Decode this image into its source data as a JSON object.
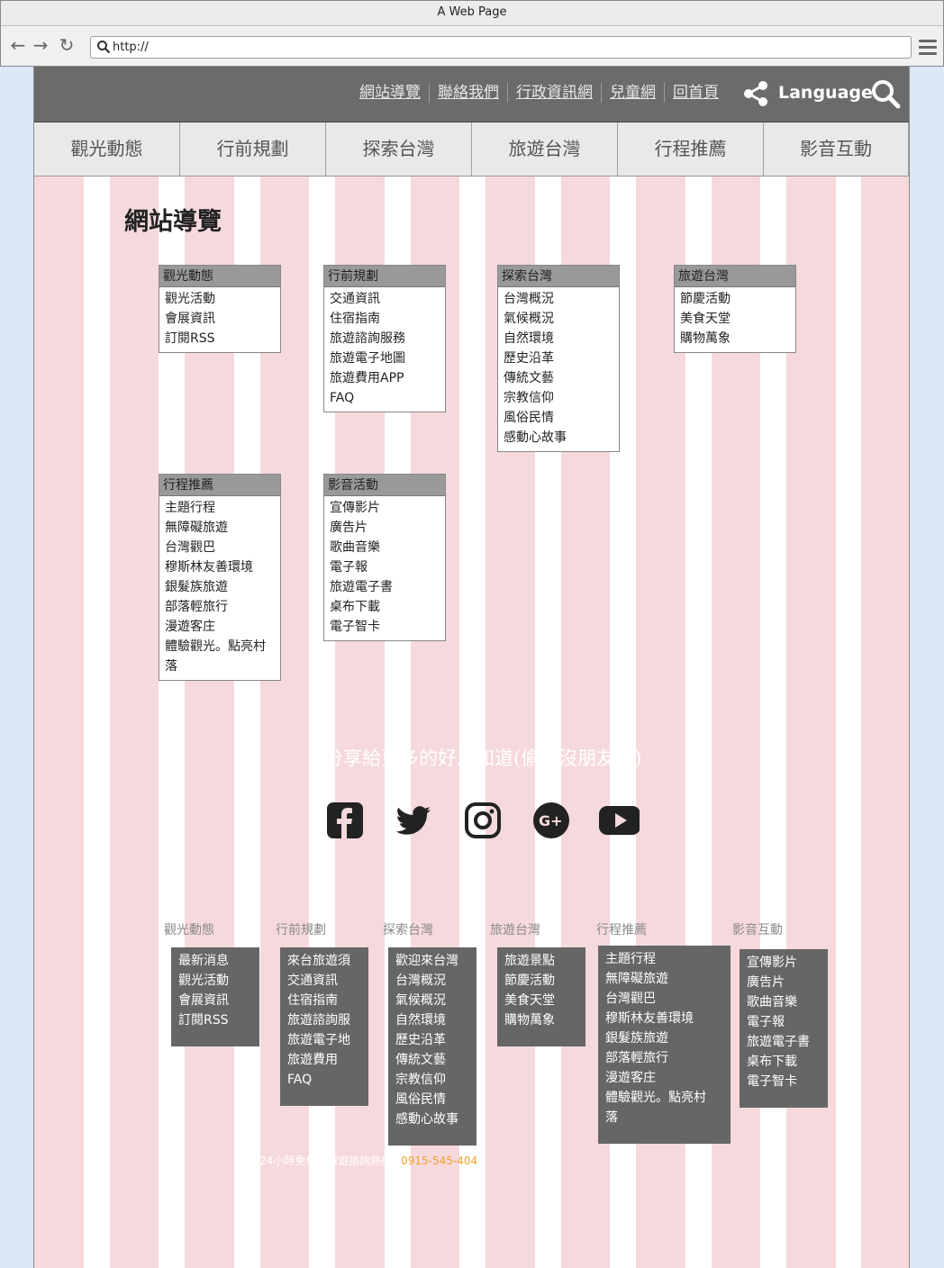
{
  "browser": {
    "title": "A Web Page",
    "url": "http://"
  },
  "header": {
    "util_links": [
      "網站導覽",
      "聯絡我們",
      "行政資訊網",
      "兒童網",
      "回首頁"
    ],
    "language_label": "Language"
  },
  "main_nav": [
    "觀光動態",
    "行前規劃",
    "探索台灣",
    "旅遊台灣",
    "行程推薦",
    "影音互動"
  ],
  "page_title": "網站導覽",
  "sitemap": [
    {
      "title": "觀光動態",
      "items": [
        "觀光活動",
        "會展資訊",
        "訂閱RSS"
      ]
    },
    {
      "title": "行前規劃",
      "items": [
        "交通資訊",
        "住宿指南",
        "旅遊諮詢服務",
        "旅遊電子地圖",
        "旅遊費用APP",
        "FAQ"
      ]
    },
    {
      "title": "探索台灣",
      "items": [
        "台灣概況",
        "氣候概況",
        "自然環境",
        "歷史沿革",
        "傳統文藝",
        "宗教信仰",
        "風俗民情",
        "感動心故事"
      ]
    },
    {
      "title": "旅遊台灣",
      "items": [
        "節慶活動",
        "美食天堂",
        "購物萬象"
      ]
    },
    {
      "title": "行程推薦",
      "items": [
        "主題行程",
        "無障礙旅遊",
        "台灣觀巴",
        "穆斯林友善環境",
        "銀髮族旅遊",
        "部落輕旅行",
        "漫遊客庄",
        "體驗觀光。點亮村",
        "落"
      ]
    },
    {
      "title": "影音活動",
      "items": [
        "宣傳影片",
        "廣告片",
        "歌曲音樂",
        "電子報",
        "旅遊電子書",
        "桌布下載",
        "電子智卡"
      ]
    }
  ],
  "share": {
    "text": "分享給更多的好友知道(偷才沒朋友勒)",
    "icons": [
      "facebook-icon",
      "twitter-icon",
      "instagram-icon",
      "google-plus-icon",
      "youtube-icon"
    ]
  },
  "footer": [
    {
      "title": "觀光動態",
      "items": [
        "最新消息",
        "觀光活動",
        "會展資訊",
        "訂閱RSS"
      ]
    },
    {
      "title": "行前規劃",
      "items": [
        "來台旅遊須",
        "交通資訊",
        "住宿指南",
        "旅遊諮詢服",
        "旅遊電子地",
        "旅遊費用",
        "FAQ"
      ]
    },
    {
      "title": "探索台灣",
      "items": [
        "歡迎來台灣",
        "台灣概況",
        "氣候概況",
        "自然環境",
        "歷史沿革",
        "傳統文藝",
        "宗教信仰",
        "風俗民情",
        "感動心故事"
      ]
    },
    {
      "title": "旅遊台灣",
      "items": [
        "旅遊景點",
        "節慶活動",
        "美食天堂",
        "購物萬象"
      ]
    },
    {
      "title": "行程推薦",
      "items": [
        "主題行程",
        "無障礙旅遊",
        "台灣觀巴",
        "穆斯林友善環境",
        "銀髮族旅遊",
        "部落輕旅行",
        "漫遊客庄",
        "體驗觀光。點亮村",
        "落"
      ]
    },
    {
      "title": "影音互動",
      "items": [
        "宣傳影片",
        "廣告片",
        "歌曲音樂",
        "電子報",
        "旅遊電子書",
        "桌布下載",
        "電子智卡"
      ]
    }
  ],
  "hotline": {
    "label": "24小時免付費旅遊諮詢熱線",
    "phone": "0915-545-404"
  },
  "colors": {
    "stripe": "#f6d9dc",
    "header": "#6b6b6b",
    "footer_box": "#666666",
    "phone": "#f4a12b"
  }
}
